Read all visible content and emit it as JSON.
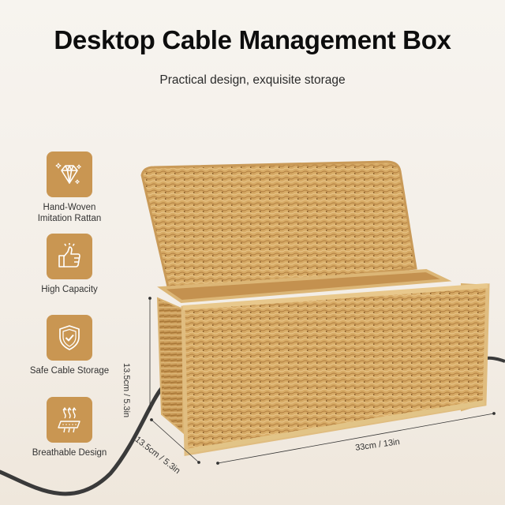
{
  "header": {
    "title": "Desktop Cable Management Box",
    "subtitle": "Practical design, exquisite storage"
  },
  "features": [
    {
      "icon": "diamond-icon",
      "label_line1": "Hand-Woven",
      "label_line2": "Imitation Rattan"
    },
    {
      "icon": "thumbs-up-icon",
      "label_line1": "High Capacity",
      "label_line2": ""
    },
    {
      "icon": "shield-check-icon",
      "label_line1": "Safe Cable Storage",
      "label_line2": ""
    },
    {
      "icon": "breathable-mat-icon",
      "label_line1": "Breathable Design",
      "label_line2": ""
    }
  ],
  "dimensions": {
    "height": "13.5cm / 5.3in",
    "depth": "13.5cm / 5.3in",
    "width": "33cm / 13in"
  },
  "colors": {
    "badge": "#c99652",
    "rattan": "#d4a862",
    "rattan_dark": "#a97a3c",
    "cable": "#3a3a3a"
  }
}
